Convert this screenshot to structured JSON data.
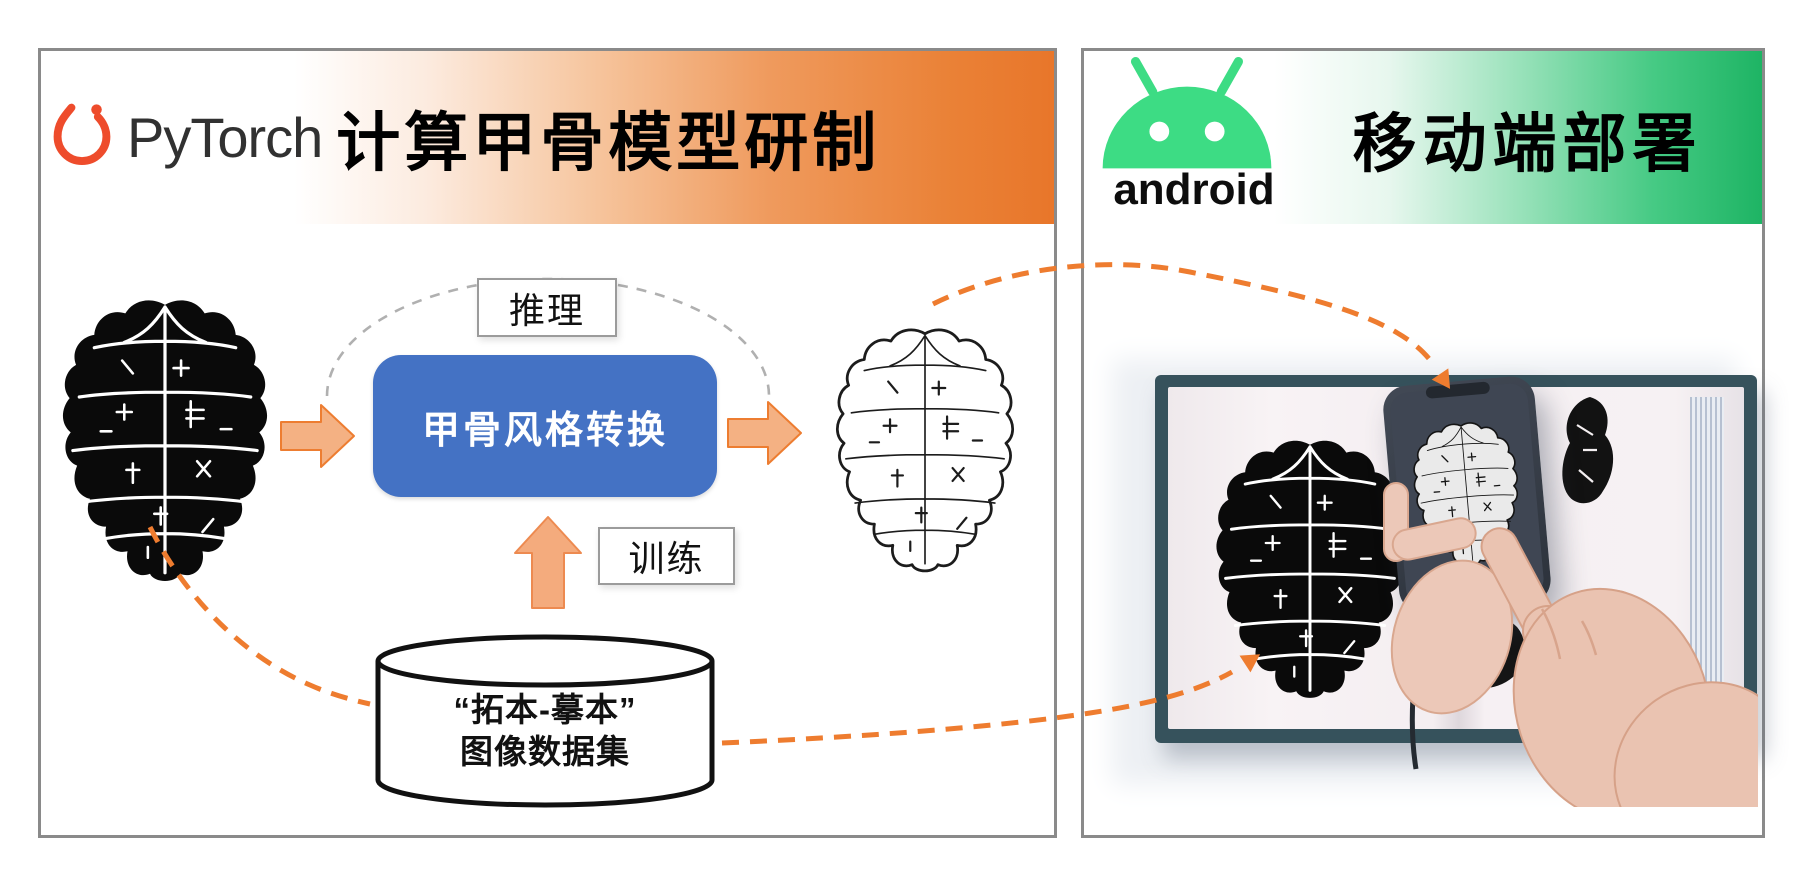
{
  "figure": {
    "left_panel": {
      "logo_text": "PyTorch",
      "title": "计算甲骨模型研制",
      "flow": {
        "inference_label": "推理",
        "training_label": "训练",
        "model_label": "甲骨风格转换",
        "dataset_line1": "“拓本-摹本”",
        "dataset_line2": "图像数据集"
      }
    },
    "right_panel": {
      "logo_text": "android",
      "title": "移动端部署"
    },
    "colors": {
      "pytorch_flame_orange": "#EE4C2C",
      "header_orange_end": "#E8762A",
      "android_green": "#3DDC84",
      "header_green_end": "#1EB464",
      "model_box_blue": "#4472C4",
      "block_arrow_fill": "#F4B183",
      "block_arrow_border": "#ED7D31",
      "dashed_connector_orange": "#EE7C2F",
      "dashed_connector_gray": "#B0B0B0",
      "panel_border_gray": "#8A8A8A"
    },
    "icons": {
      "pytorch_logo": "pytorch-flame-icon",
      "android_logo": "android-robot-icon",
      "flow_arrows": "block-arrow-icon",
      "connector_arrowheads": "arrowhead-icon"
    }
  }
}
